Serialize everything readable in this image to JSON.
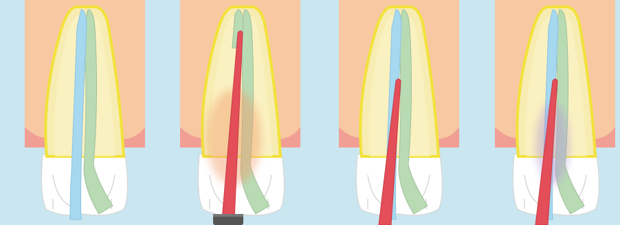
{
  "diagram": {
    "panel_count": 4,
    "colors": {
      "background": "#c9e6f1",
      "bone": "#f7c8a2",
      "gum": "#f09a92",
      "tooth_root": "#f7ecb2",
      "enamel_outline": "#f2e23a",
      "canal_blue": "#a6d8f0",
      "canal_green": "#b9dbb4",
      "tip_red": "#e34e58",
      "crown": "#ffffff",
      "handpiece": "#555555"
    },
    "panels": [
      {
        "name": "panel-1-before",
        "elements": [
          "bone",
          "gum",
          "tooth",
          "blue-canal",
          "green-canal"
        ]
      },
      {
        "name": "panel-2-instrument-inserted",
        "elements": [
          "bone",
          "gum",
          "tooth",
          "green-canal",
          "red-tip",
          "handpiece"
        ]
      },
      {
        "name": "panel-3-partial-insertion",
        "elements": [
          "bone",
          "gum",
          "tooth",
          "blue-canal",
          "green-canal",
          "red-tip"
        ]
      },
      {
        "name": "panel-4-canal-shaping",
        "elements": [
          "bone",
          "gum",
          "tooth",
          "blue-canal",
          "green-canal",
          "red-tip"
        ]
      }
    ]
  }
}
